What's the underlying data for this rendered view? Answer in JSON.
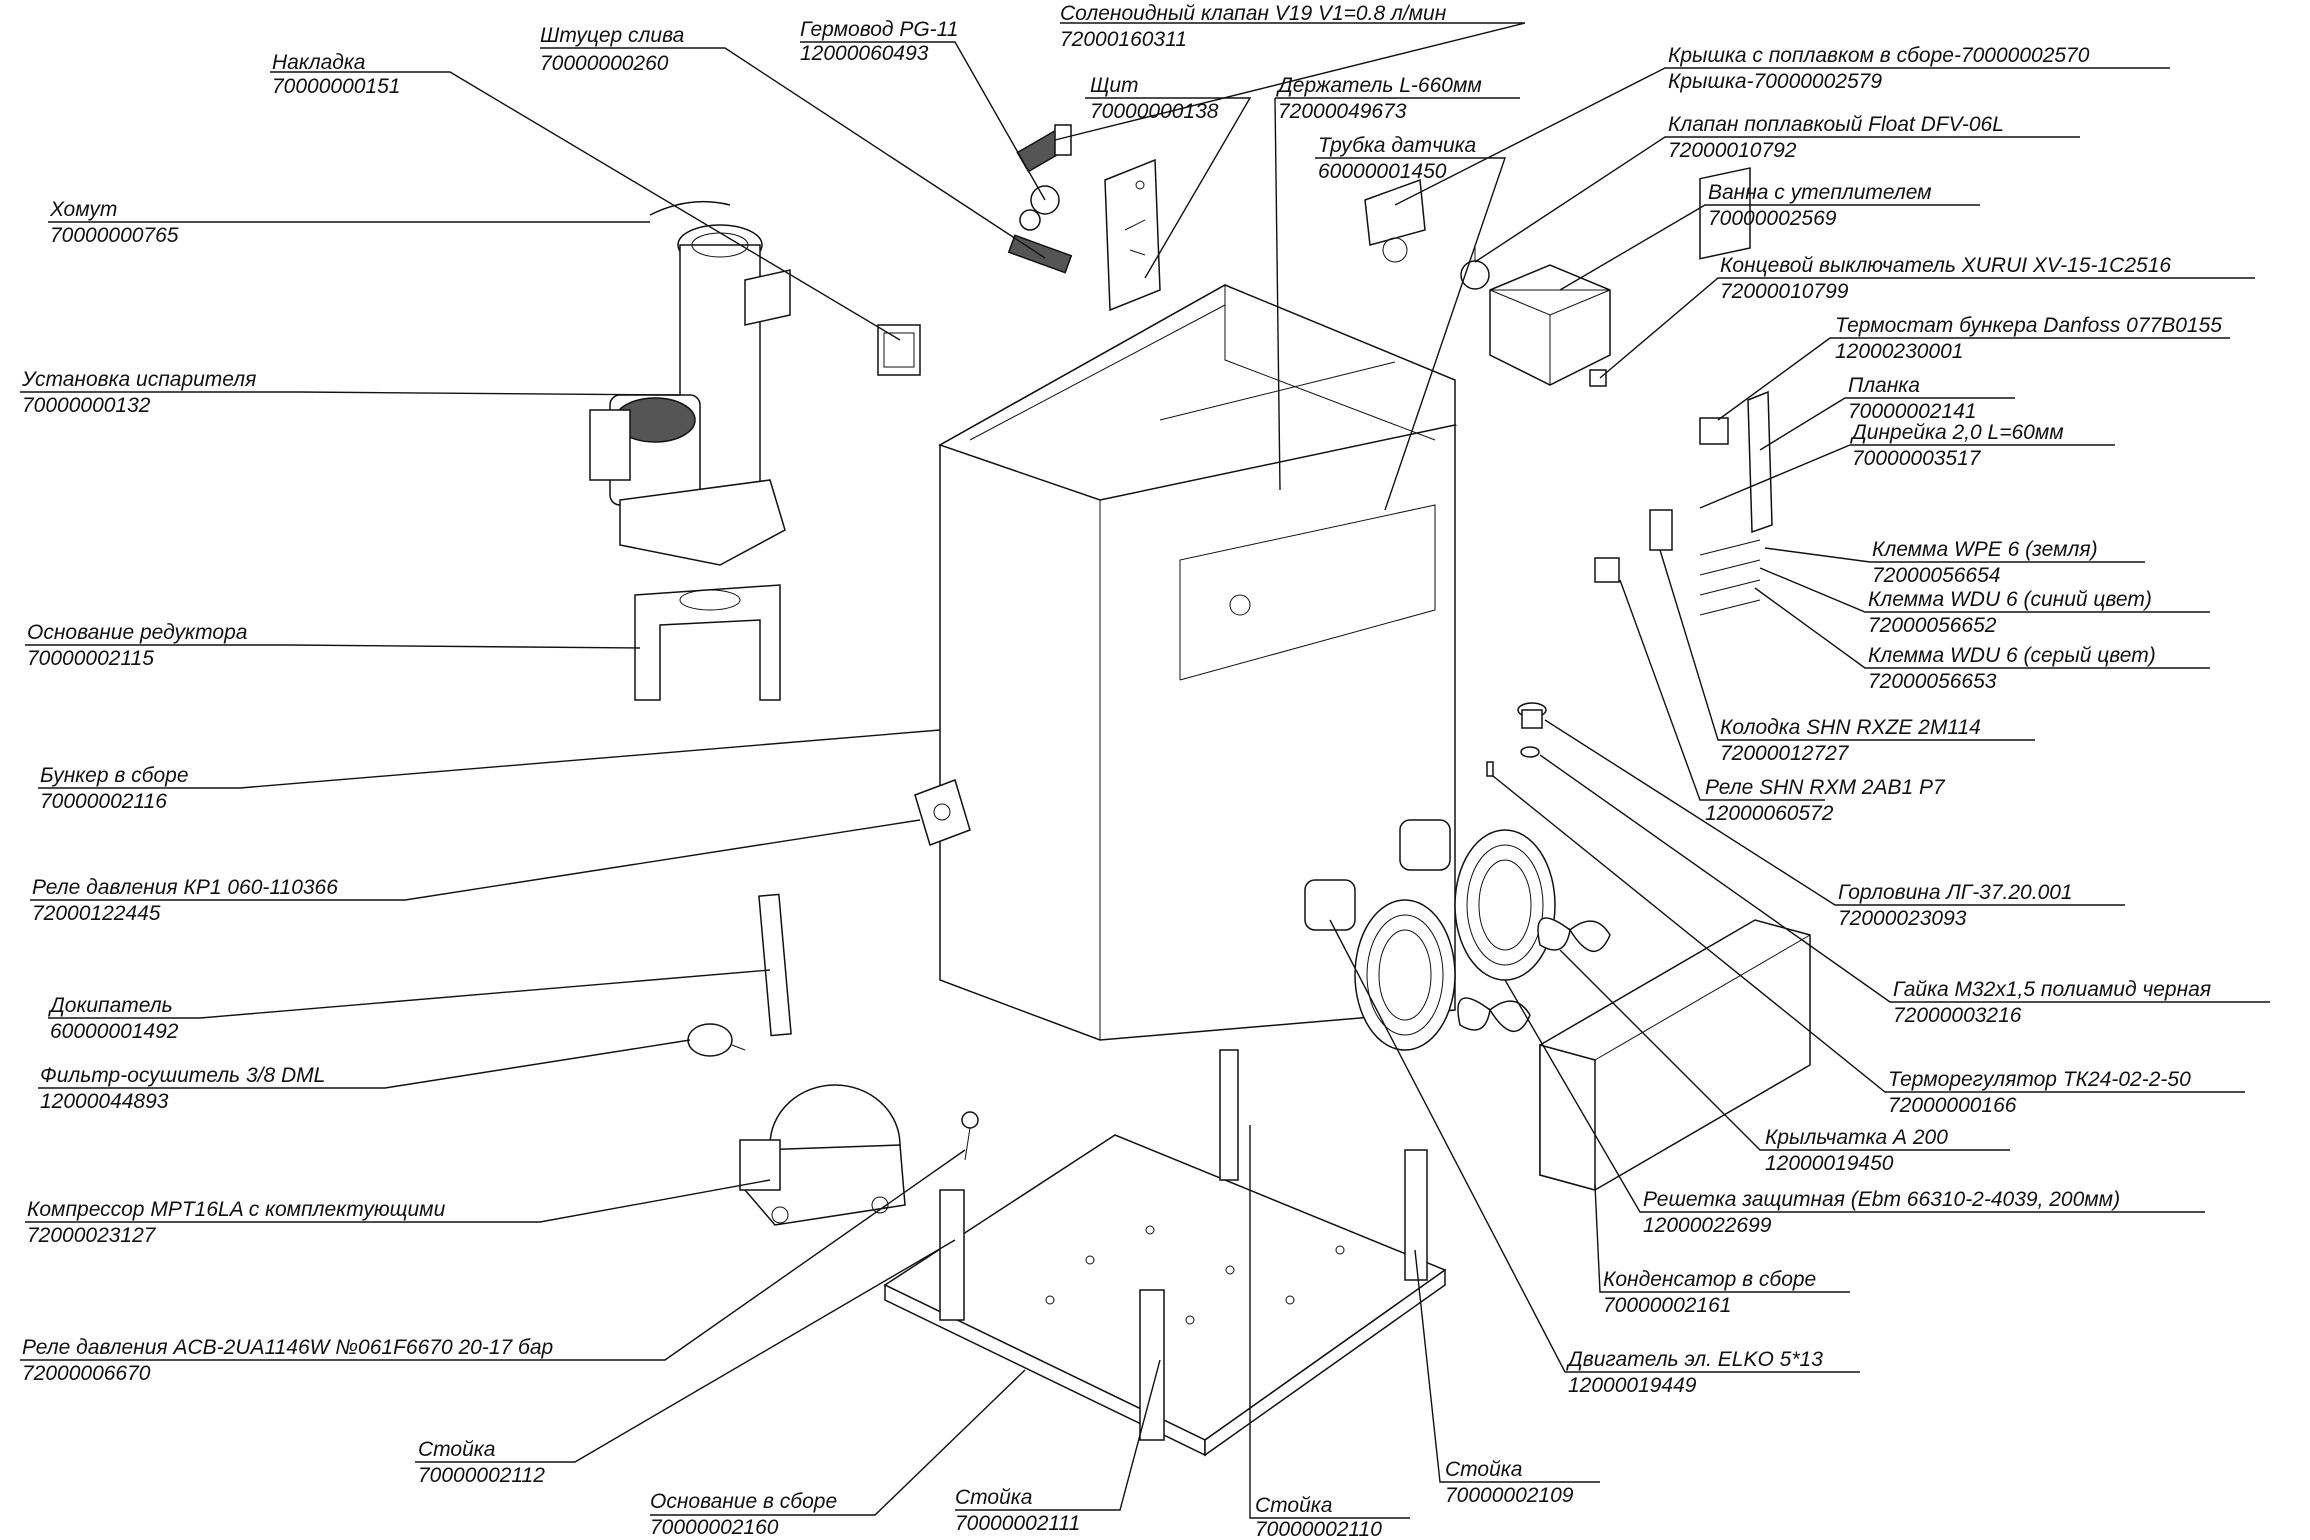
{
  "labels": [
    {
      "name": "Накладка",
      "code": "70000000151"
    },
    {
      "name": "Штуцер слива",
      "code": "70000000260"
    },
    {
      "name": "Гермовод PG-11",
      "code": "12000060493"
    },
    {
      "name": "Соленоидный клапан V19 V1=0.8 л/мин",
      "code": "72000160311"
    },
    {
      "name": "Щит",
      "code": "70000000138"
    },
    {
      "name": "Держатель L-660мм",
      "code": "72000049673"
    },
    {
      "name": "Трубка датчика",
      "code": "60000001450"
    },
    {
      "name": "Крышка с поплавком в сборе-70000002570",
      "code": "Крышка-70000002579"
    },
    {
      "name": "Клапан поплавкоый Float DFV-06L",
      "code": "72000010792"
    },
    {
      "name": "Ванна с утеплителем",
      "code": "70000002569"
    },
    {
      "name": "Концевой выключатель XURUI XV-15-1C2516",
      "code": "72000010799"
    },
    {
      "name": "Термостат бункера Danfoss 077B0155",
      "code": "12000230001"
    },
    {
      "name": "Планка",
      "code": "70000002141"
    },
    {
      "name": "Динрейка 2,0 L=60мм",
      "code": "70000003517"
    },
    {
      "name": "Клемма WPE 6 (земля)",
      "code": "72000056654"
    },
    {
      "name": "Клемма WDU 6 (синий цвет)",
      "code": "72000056652"
    },
    {
      "name": "Клемма WDU 6 (серый цвет)",
      "code": "72000056653"
    },
    {
      "name": "Колодка SHN RXZE 2M114",
      "code": "72000012727"
    },
    {
      "name": "Реле SHN RXM 2AB1 P7",
      "code": "12000060572"
    },
    {
      "name": "Горловина ЛГ-37.20.001",
      "code": "72000023093"
    },
    {
      "name": "Гайка М32х1,5 полиамид черная",
      "code": "72000003216"
    },
    {
      "name": "Терморегулятор ТК24-02-2-50",
      "code": "72000000166"
    },
    {
      "name": "Крыльчатка А 200",
      "code": "12000019450"
    },
    {
      "name": "Решетка защитная (Ebm 66310-2-4039, 200мм)",
      "code": "12000022699"
    },
    {
      "name": "Конденсатор в сборе",
      "code": "70000002161"
    },
    {
      "name": "Двигатель эл. ELKO 5*13",
      "code": "12000019449"
    },
    {
      "name": "Стойка",
      "code": "70000002109"
    },
    {
      "name": "Стойка",
      "code": "70000002110"
    },
    {
      "name": "Стойка",
      "code": "70000002111"
    },
    {
      "name": "Основание в сборе",
      "code": "70000002160"
    },
    {
      "name": "Стойка",
      "code": "70000002112"
    },
    {
      "name": "Реле давления ACB-2UA1146W №061F6670 20-17 бар",
      "code": "72000006670"
    },
    {
      "name": "Компрессор MPT16LA с комплектующими",
      "code": "72000023127"
    },
    {
      "name": "Фильтр-осушитель 3/8 DML",
      "code": "12000044893"
    },
    {
      "name": "Докипатель",
      "code": "60000001492"
    },
    {
      "name": "Реле давления КР1 060-110366",
      "code": "72000122445"
    },
    {
      "name": "Бункер в сборе",
      "code": "70000002116"
    },
    {
      "name": "Основание редуктора",
      "code": "70000002115"
    },
    {
      "name": "Установка испарителя",
      "code": "70000000132"
    },
    {
      "name": "Хомут",
      "code": "70000000765"
    }
  ]
}
